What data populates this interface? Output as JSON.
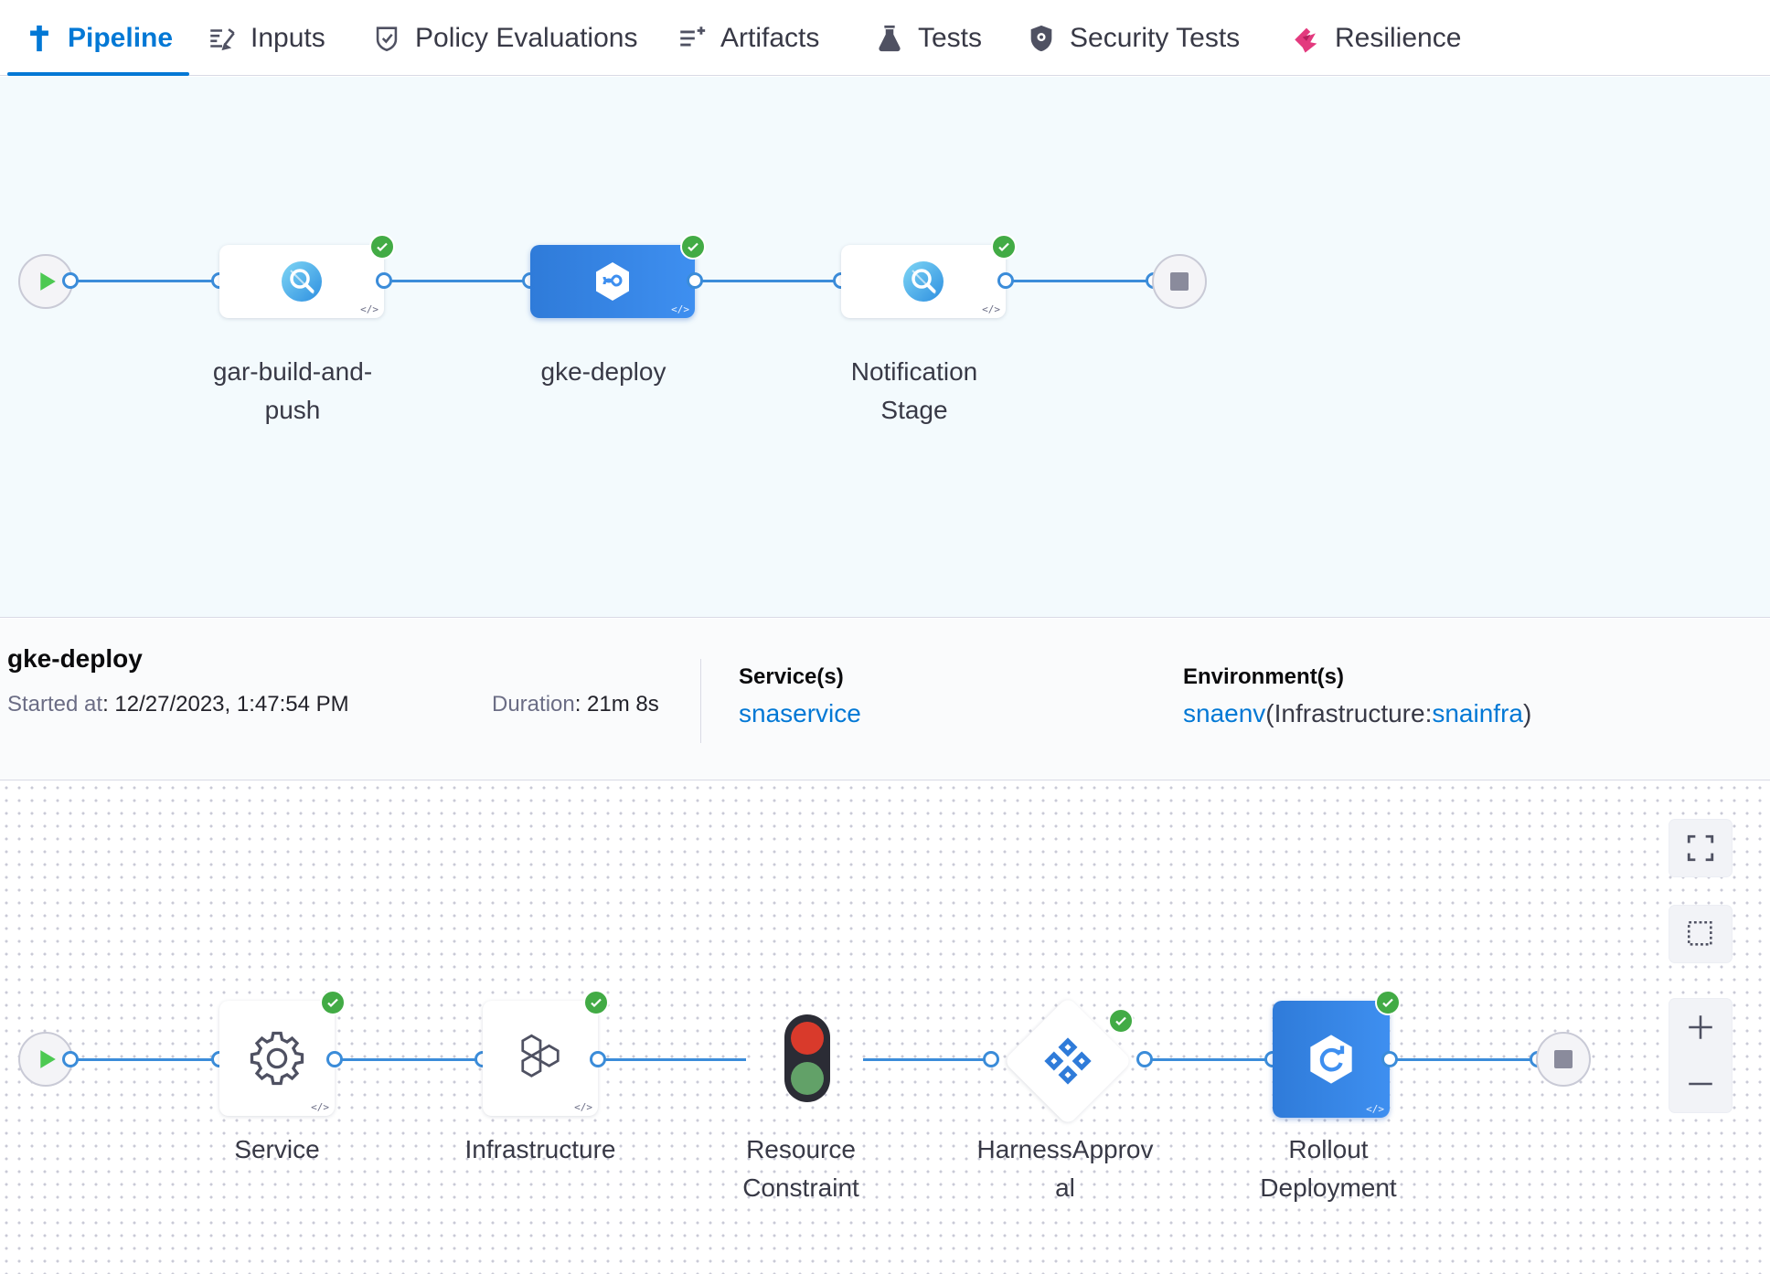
{
  "tabs": [
    {
      "label": "Pipeline",
      "icon": "pipeline-icon",
      "active": true
    },
    {
      "label": "Inputs",
      "icon": "inputs-icon",
      "active": false
    },
    {
      "label": "Policy Evaluations",
      "icon": "policy-shield-icon",
      "active": false
    },
    {
      "label": "Artifacts",
      "icon": "artifacts-list-icon",
      "active": false
    },
    {
      "label": "Tests",
      "icon": "flask-icon",
      "active": false
    },
    {
      "label": "Security Tests",
      "icon": "security-shield-icon",
      "active": false
    },
    {
      "label": "Resilience",
      "icon": "resilience-icon",
      "active": false
    }
  ],
  "stages": [
    {
      "name": "gar-build-and-push",
      "label_lines": [
        "gar-build-and-",
        "push"
      ],
      "icon": "ci-stage-icon",
      "status": "success",
      "selected": false
    },
    {
      "name": "gke-deploy",
      "label_lines": [
        "gke-deploy"
      ],
      "icon": "deploy-stage-icon",
      "status": "success",
      "selected": true
    },
    {
      "name": "Notification Stage",
      "label_lines": [
        "Notification",
        "Stage"
      ],
      "icon": "ci-stage-icon",
      "status": "success",
      "selected": false
    }
  ],
  "details": {
    "title": "gke-deploy",
    "started_label": "Started at",
    "started_value": ": 12/27/2023, 1:47:54 PM",
    "duration_label": "Duration",
    "duration_value": ": 21m 8s",
    "services_heading": "Service(s)",
    "service_name": "snaservice",
    "environments_heading": "Environment(s)",
    "environment_name": "snaenv",
    "infra_prefix": "(Infrastructure:",
    "infra_name": "snainfra",
    "infra_suffix": ")"
  },
  "steps": [
    {
      "label_lines": [
        "Service"
      ],
      "icon": "gear-icon",
      "status": "success"
    },
    {
      "label_lines": [
        "Infrastructure"
      ],
      "icon": "hexagons-icon",
      "status": "success"
    },
    {
      "label_lines": [
        "Resource",
        "Constraint"
      ],
      "icon": "traffic-light-icon",
      "status": "none"
    },
    {
      "label_lines": [
        "HarnessApprov",
        "al"
      ],
      "icon": "approval-icon",
      "status": "success"
    },
    {
      "label_lines": [
        "Rollout",
        "Deployment"
      ],
      "icon": "rollout-icon",
      "status": "success"
    }
  ],
  "canvas_tools": [
    "fullscreen-icon",
    "select-area-icon",
    "zoom-in-icon",
    "zoom-out-icon"
  ],
  "colors": {
    "accent": "#0278d5",
    "wire": "#3b8cd9",
    "success": "#42ab45",
    "canvas_bg": "#f3fafd"
  }
}
